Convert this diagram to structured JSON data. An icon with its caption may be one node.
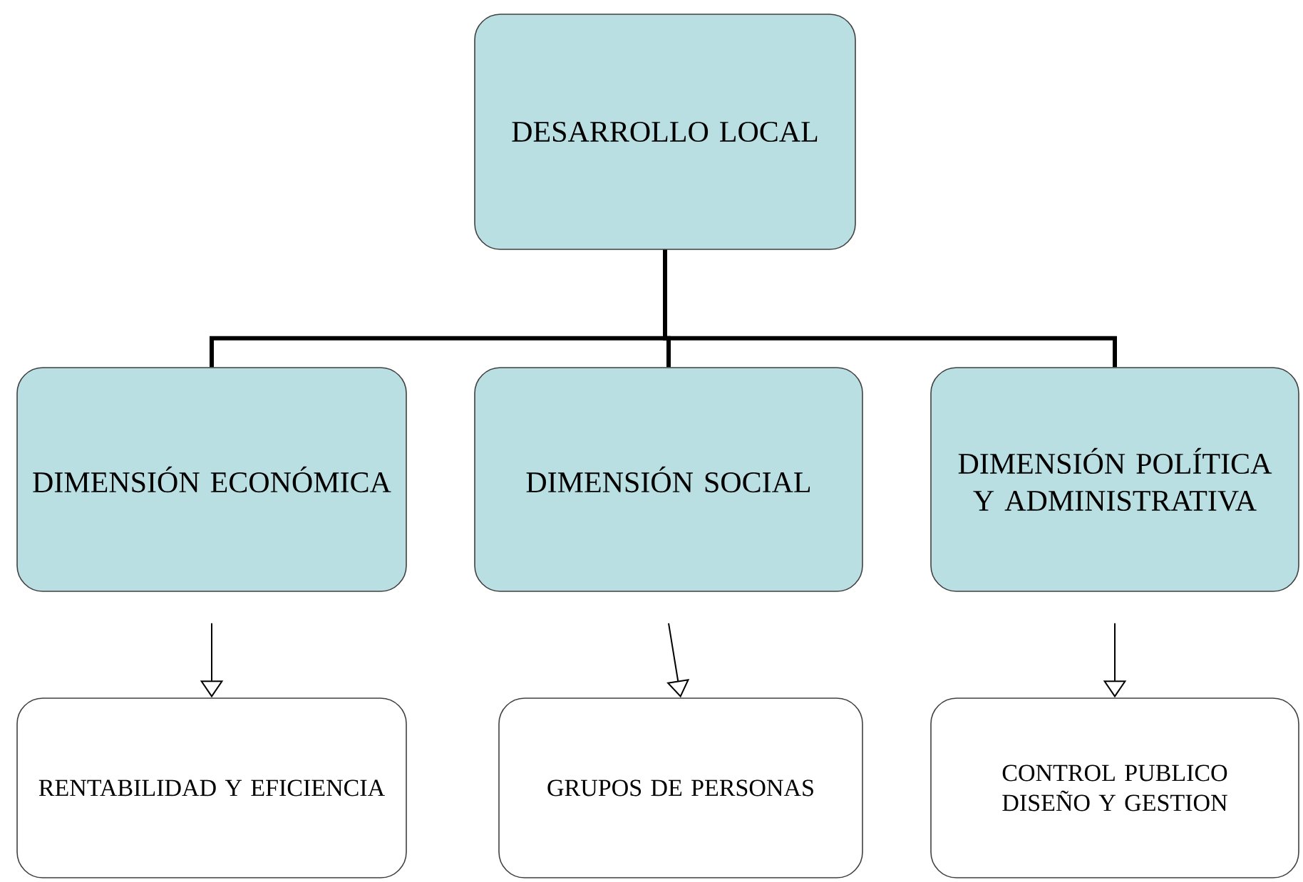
{
  "diagram": {
    "nodes": [
      {
        "text": [
          "DESARROLLO LOCAL"
        ]
      },
      {
        "text": [
          "DIMENSIÓN ECONÓMICA"
        ]
      },
      {
        "text": [
          "DIMENSIÓN SOCIAL"
        ]
      },
      {
        "text": [
          "DIMENSIÓN POLÍTICA Y ADMINISTRATIVA"
        ]
      },
      {
        "text": [
          "RENTABILIDAD Y EFICIENCIA"
        ]
      },
      {
        "text": [
          "GRUPOS DE PERSONAS"
        ]
      },
      {
        "text": [
          "CONTROL PUBLICO DISEÑO Y GESTION"
        ]
      }
    ],
    "edges": [
      {
        "from": 0,
        "to": 1,
        "arrow": "none",
        "style": "thick"
      },
      {
        "from": 0,
        "to": 2,
        "arrow": "none",
        "style": "thick"
      },
      {
        "from": 0,
        "to": 3,
        "arrow": "none",
        "style": "thick"
      },
      {
        "from": 1,
        "to": 4,
        "arrow": "to"
      },
      {
        "from": 2,
        "to": 5,
        "arrow": "to"
      },
      {
        "from": 3,
        "to": 6,
        "arrow": "to"
      }
    ]
  }
}
